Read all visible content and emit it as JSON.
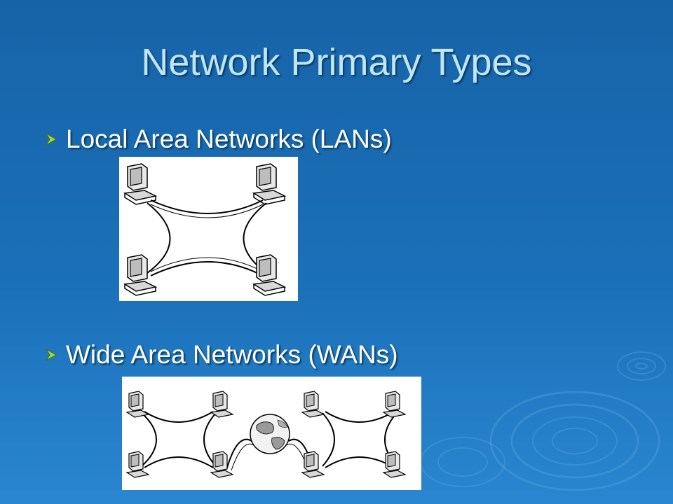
{
  "slide": {
    "title": "Network Primary Types",
    "bullets": [
      {
        "label": "Local Area Networks (LANs)"
      },
      {
        "label": "Wide Area Networks (WANs)"
      }
    ]
  },
  "colors": {
    "background": "#1a6ab2",
    "title": "#bfe6f4",
    "bullet_text": "#ffffff",
    "bullet_arrow": "#9ed83e"
  },
  "icons": {
    "bullet": "arrow-bullet-icon",
    "computer": "computer-icon",
    "globe": "globe-icon"
  }
}
